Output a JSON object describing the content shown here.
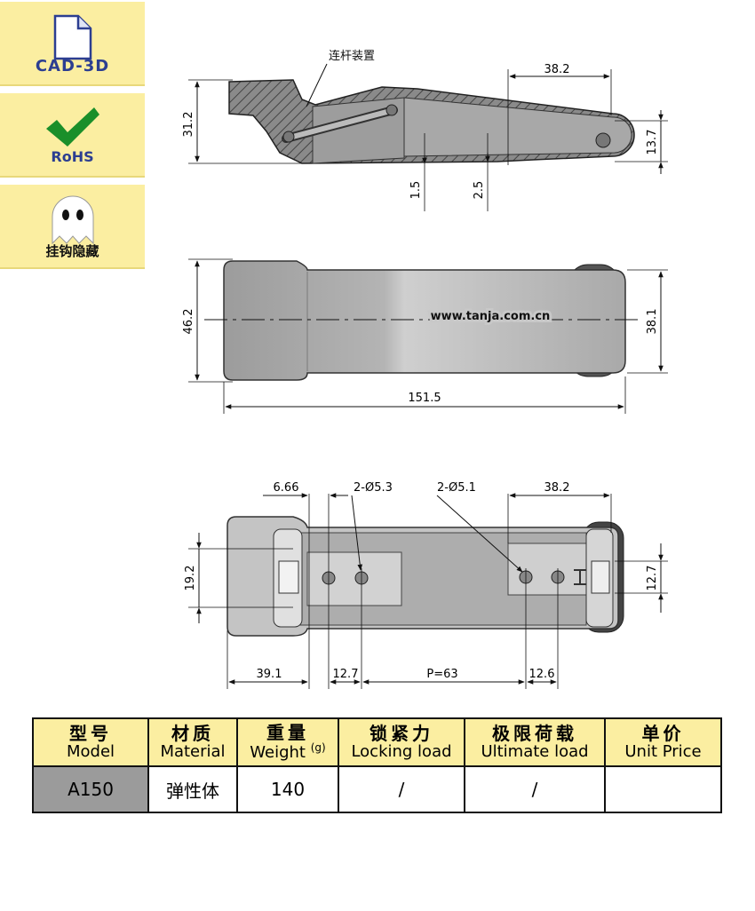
{
  "sidebar": {
    "cad": {
      "label": "CAD-3D",
      "icon": "document-icon"
    },
    "rohs": {
      "label": "RoHS",
      "icon": "checkmark-icon"
    },
    "hook": {
      "label": "挂钩隐藏",
      "icon": "ghost-icon"
    }
  },
  "drawing": {
    "side_view": {
      "annotation": "连杆装置",
      "dims": {
        "height": "31.2",
        "end_length": "38.2",
        "end_height": "13.7",
        "gap_a": "1.5",
        "gap_b": "2.5"
      }
    },
    "top_view": {
      "watermark": "www.tanja.com.cn",
      "dims": {
        "width": "46.2",
        "end_width": "38.1",
        "length": "151.5"
      }
    },
    "bottom_view": {
      "dims": {
        "offset": "6.66",
        "hole_a": "2-Ø5.3",
        "hole_b": "2-Ø5.1",
        "end_length": "38.2",
        "left_height": "19.2",
        "right_height": "12.7",
        "seg1": "39.1",
        "seg2": "12.7",
        "pitch": "P=63",
        "seg4": "12.6"
      }
    }
  },
  "spec_table": {
    "headers": [
      {
        "zh": "型号",
        "en": "Model",
        "unit": ""
      },
      {
        "zh": "材质",
        "en": "Material",
        "unit": ""
      },
      {
        "zh": "重量",
        "en": "Weight",
        "unit": "(g)"
      },
      {
        "zh": "锁紧力",
        "en": "Locking load",
        "unit": ""
      },
      {
        "zh": "极限荷载",
        "en": "Ultimate load",
        "unit": ""
      },
      {
        "zh": "单价",
        "en": "Unit Price",
        "unit": ""
      }
    ],
    "row": {
      "model": "A150",
      "material": "弹性体",
      "weight": "140",
      "locking_load": "/",
      "ultimate_load": "/",
      "unit_price": ""
    }
  },
  "colors": {
    "tile_bg": "#fbeea1",
    "brand_blue": "#2c3e91",
    "check_green": "#1a8f2a",
    "part_gray": "#9a9a9a"
  }
}
